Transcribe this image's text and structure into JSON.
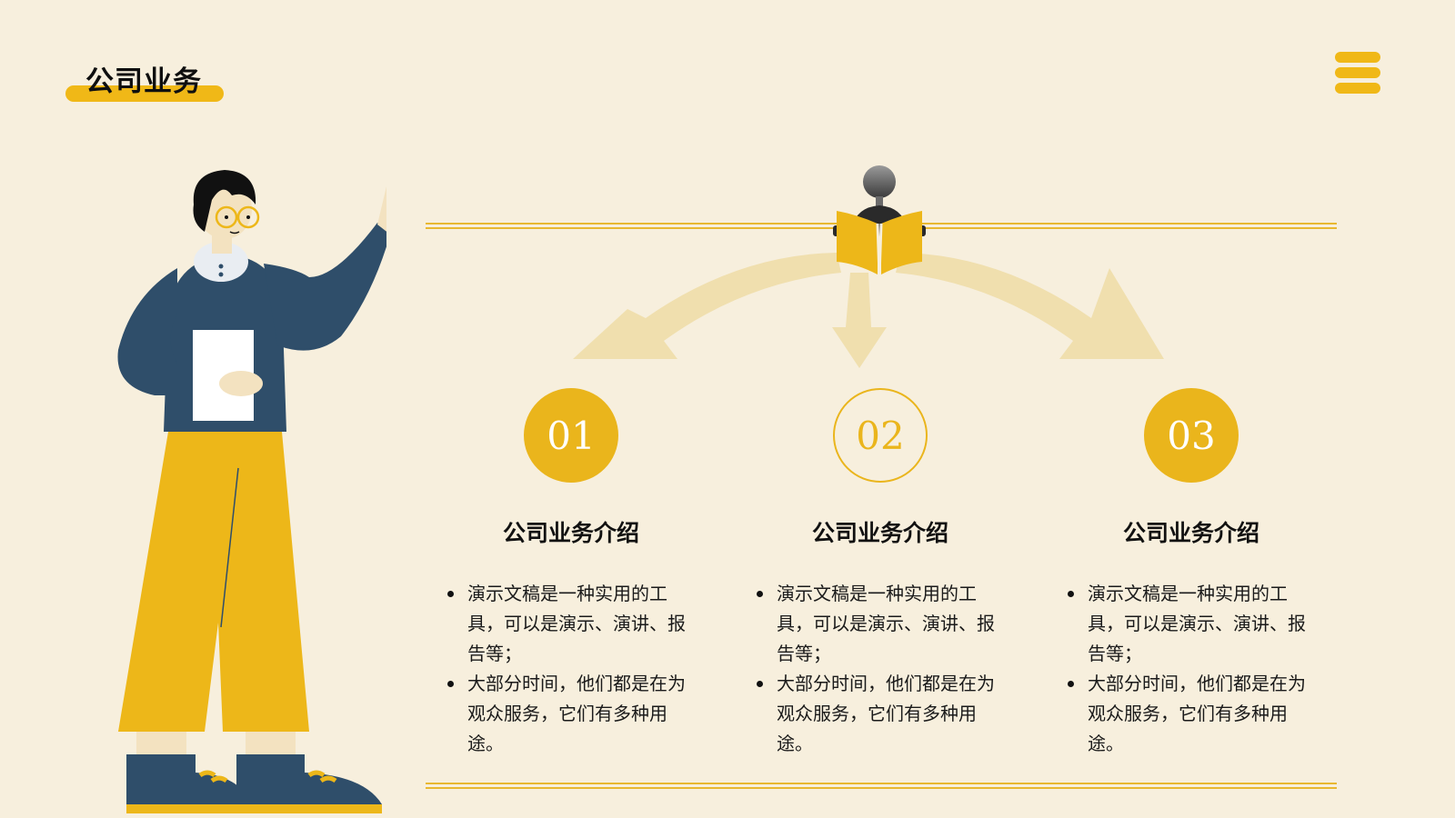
{
  "page": {
    "title": "公司业务"
  },
  "header": {
    "menu_icon": "hamburger-menu-icon"
  },
  "colors": {
    "background": "#F7EFDD",
    "accent": "#EAB51C",
    "navy": "#2F4E6A",
    "arrow": "#F0DFAE"
  },
  "steps": [
    {
      "number": "01",
      "style": "filled",
      "heading": "公司业务介绍",
      "bullets": [
        "演示文稿是一种实用的工具，可以是演示、演讲、报告等；",
        "大部分时间，他们都是在为观众服务，它们有多种用途。"
      ]
    },
    {
      "number": "02",
      "style": "outline",
      "heading": "公司业务介绍",
      "bullets": [
        "演示文稿是一种实用的工具，可以是演示、演讲、报告等；",
        "大部分时间，他们都是在为观众服务，它们有多种用途。"
      ]
    },
    {
      "number": "03",
      "style": "filled",
      "heading": "公司业务介绍",
      "bullets": [
        "演示文稿是一种实用的工具，可以是演示、演讲、报告等；",
        "大部分时间，他们都是在为观众服务，它们有多种用途。"
      ]
    }
  ]
}
